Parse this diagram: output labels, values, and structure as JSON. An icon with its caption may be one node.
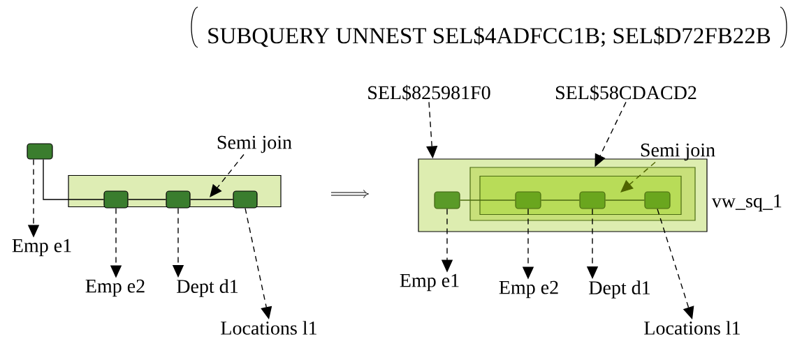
{
  "diagram": {
    "title": "SUBQUERY UNNEST SEL$4ADFCC1B; SEL$D72FB22B",
    "nodes": [
      {
        "text": [],
        "shape": "box"
      },
      {
        "text": [],
        "shape": "box"
      },
      {
        "text": [],
        "shape": "box",
        "in": 0
      },
      {
        "text": [],
        "shape": "box",
        "in": 0
      },
      {
        "text": [],
        "shape": "box",
        "in": 0
      },
      {
        "text": [
          "Emp e1"
        ]
      },
      {
        "text": [
          "Emp e2"
        ]
      },
      {
        "text": [
          "Dept d1"
        ]
      },
      {
        "text": [
          "Locations l1"
        ]
      },
      {
        "text": [
          "Semi join"
        ]
      },
      {
        "text": [
          "SEL$825981F0"
        ]
      },
      {
        "text": [
          "SEL$58CDACD2"
        ]
      },
      {
        "text": [],
        "shape": "box"
      },
      {
        "text": [],
        "shape": "box",
        "in": 12
      },
      {
        "text": [],
        "shape": "box",
        "in": 12,
        "beside": [
          "vw_sq_1"
        ]
      },
      {
        "text": [],
        "shape": "box",
        "in": 14
      },
      {
        "text": [],
        "shape": "box",
        "in": 15
      },
      {
        "text": [],
        "shape": "box",
        "in": 15
      },
      {
        "text": [],
        "shape": "box",
        "in": 15
      },
      {
        "text": [
          "Semi join"
        ]
      },
      {
        "text": [
          "Emp e1"
        ]
      },
      {
        "text": [
          "Emp e2"
        ]
      },
      {
        "text": [
          "Dept d1"
        ]
      },
      {
        "text": [
          "Locations l1"
        ]
      }
    ],
    "edges": [
      {
        "from": 1,
        "to": 5,
        "arrow": "to",
        "style": "dashed"
      },
      {
        "from": 1,
        "to": 2,
        "arrow": "none"
      },
      {
        "from": 2,
        "to": 3,
        "arrow": "none"
      },
      {
        "from": 3,
        "to": 4,
        "arrow": "none"
      },
      {
        "from": 2,
        "to": 6,
        "arrow": "to",
        "style": "dashed"
      },
      {
        "from": 3,
        "to": 7,
        "arrow": "to",
        "style": "dashed"
      },
      {
        "from": 4,
        "to": 8,
        "arrow": "to",
        "style": "dashed"
      },
      {
        "from": 9,
        "to": 0,
        "arrow": "to",
        "style": "dashed"
      },
      {
        "from": 10,
        "to": 12,
        "arrow": "to",
        "style": "dashed"
      },
      {
        "from": 11,
        "to": 14,
        "arrow": "to",
        "style": "dashed"
      },
      {
        "from": 13,
        "to": 16,
        "arrow": "none",
        "color": "#4a6a10"
      },
      {
        "from": 16,
        "to": 17,
        "arrow": "none",
        "color": "#4a6a10"
      },
      {
        "from": 17,
        "to": 18,
        "arrow": "none",
        "color": "#4a6a10"
      },
      {
        "from": 13,
        "to": 20,
        "arrow": "to",
        "style": "dashed"
      },
      {
        "from": 16,
        "to": 21,
        "arrow": "to",
        "style": "dashed"
      },
      {
        "from": 17,
        "to": 22,
        "arrow": "to",
        "style": "dashed"
      },
      {
        "from": 18,
        "to": 23,
        "arrow": "to",
        "style": "dashed"
      },
      {
        "from": 19,
        "to": 15,
        "arrow": "to",
        "style": "dashed",
        "color": "#4f6400"
      }
    ]
  }
}
